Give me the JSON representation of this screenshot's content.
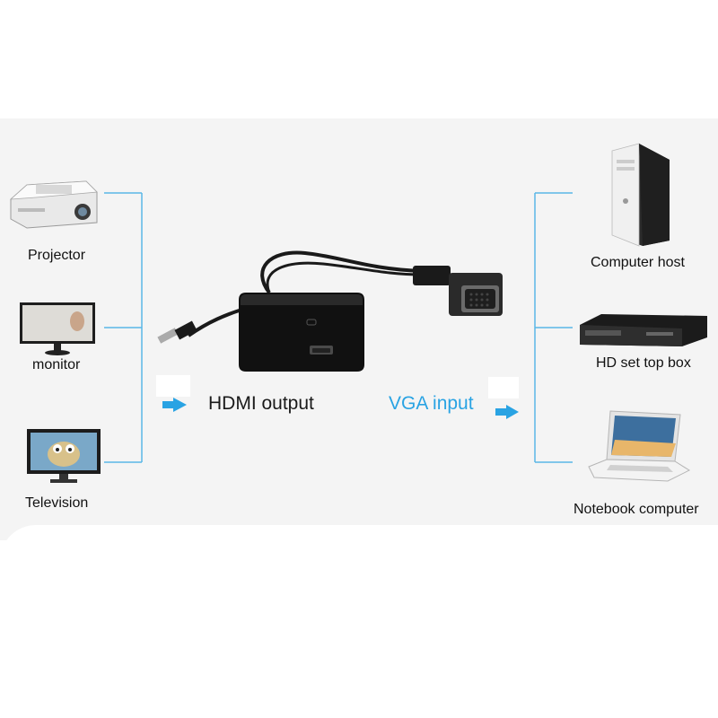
{
  "left_devices": [
    {
      "label": "Projector",
      "icon": "projector-icon"
    },
    {
      "label": "monitor",
      "icon": "monitor-icon"
    },
    {
      "label": "Television",
      "icon": "television-icon"
    }
  ],
  "right_devices": [
    {
      "label": "Computer host",
      "icon": "computer-tower-icon"
    },
    {
      "label": "HD set top box",
      "icon": "set-top-box-icon"
    },
    {
      "label": "Notebook computer",
      "icon": "laptop-icon"
    }
  ],
  "center": {
    "hdmi_label": "HDMI output",
    "vga_label": "VGA input",
    "adapter_icon": "vga-to-hdmi-adapter-icon"
  },
  "colors": {
    "connector_line": "#59b7e6",
    "arrow": "#29a3e3",
    "vga_text": "#29a3e3",
    "panel_background": "#f4f4f4"
  }
}
